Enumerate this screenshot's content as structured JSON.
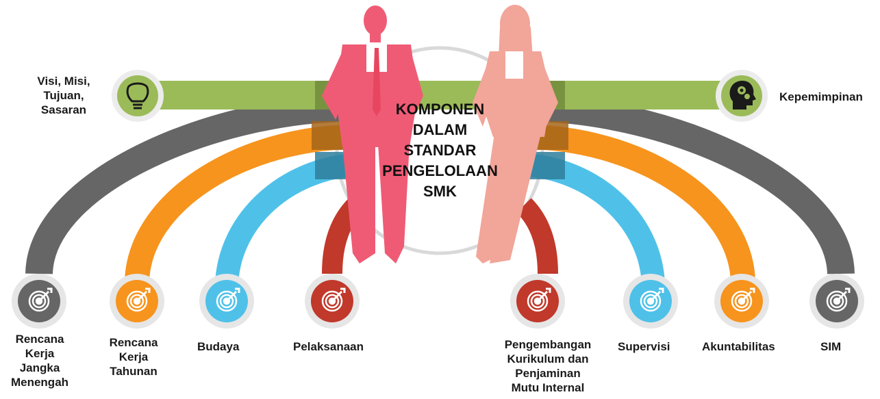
{
  "center": {
    "title": "KOMPONEN\nDALAM\nSTANDAR\nPENGELOLAAN\nSMK"
  },
  "colors": {
    "green": "#9bbb59",
    "gray": "#666666",
    "orange": "#f7941d",
    "blue": "#4fc1e9",
    "red": "#c0392b",
    "figure_man": "#ef5b75",
    "figure_woman": "#f2a599"
  },
  "top_items": [
    {
      "label": "Visi, Misi,\nTujuan,\nSasaran",
      "icon": "lightbulb-icon",
      "color": "#9bbb59"
    },
    {
      "label": "Kepemimpinan",
      "icon": "head-gears-icon",
      "color": "#9bbb59"
    }
  ],
  "bottom_items": [
    {
      "label": "Rencana\nKerja\nJangka\nMenengah",
      "icon": "target-icon",
      "color": "#666666"
    },
    {
      "label": "Rencana\nKerja\nTahunan",
      "icon": "target-icon",
      "color": "#f7941d"
    },
    {
      "label": "Budaya",
      "icon": "target-icon",
      "color": "#4fc1e9"
    },
    {
      "label": "Pelaksanaan",
      "icon": "target-icon",
      "color": "#c0392b"
    },
    {
      "label": "Pengembangan\nKurikulum dan\nPenjaminan\nMutu Internal",
      "icon": "target-icon",
      "color": "#c0392b"
    },
    {
      "label": "Supervisi",
      "icon": "target-icon",
      "color": "#4fc1e9"
    },
    {
      "label": "Akuntabilitas",
      "icon": "target-icon",
      "color": "#f7941d"
    },
    {
      "label": "SIM",
      "icon": "target-icon",
      "color": "#666666"
    }
  ]
}
